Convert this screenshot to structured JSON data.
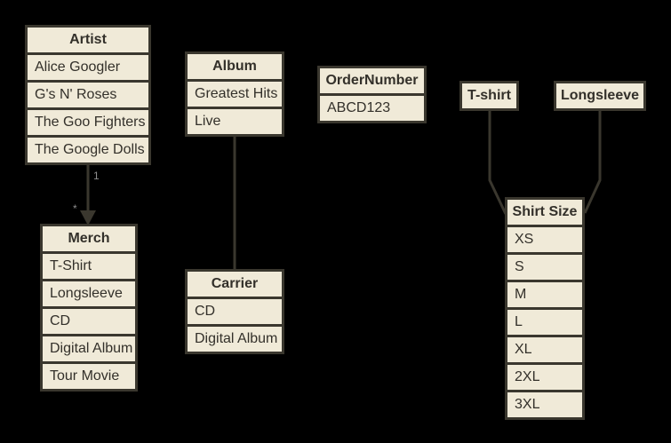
{
  "colors": {
    "background": "#000000",
    "cell_fill": "#f0ead8",
    "border": "#3a372e",
    "text": "#33302a",
    "edge_label": "#8e8e8e"
  },
  "tables": {
    "artist": {
      "title": "Artist",
      "rows": [
        "Alice Googler",
        "G's N' Roses",
        "The Goo Fighters",
        "The Google Dolls"
      ]
    },
    "album": {
      "title": "Album",
      "rows": [
        "Greatest Hits",
        "Live"
      ]
    },
    "order_number": {
      "title": "OrderNumber",
      "rows": [
        "ABCD123"
      ]
    },
    "tshirt": {
      "title": "T-shirt",
      "rows": []
    },
    "longsleeve": {
      "title": "Longsleeve",
      "rows": []
    },
    "merch": {
      "title": "Merch",
      "rows": [
        "T-Shirt",
        "Longsleeve",
        "CD",
        "Digital Album",
        "Tour Movie"
      ]
    },
    "carrier": {
      "title": "Carrier",
      "rows": [
        "CD",
        "Digital Album"
      ]
    },
    "shirt_size": {
      "title": "Shirt Size",
      "rows": [
        "XS",
        "S",
        "M",
        "L",
        "XL",
        "2XL",
        "3XL"
      ]
    }
  },
  "connectors": {
    "artist_to_merch": {
      "source_label": "1",
      "target_label": "*"
    },
    "album_to_carrier": {},
    "tshirt_to_shirt_size": {},
    "longsleeve_to_shirt_size": {}
  }
}
